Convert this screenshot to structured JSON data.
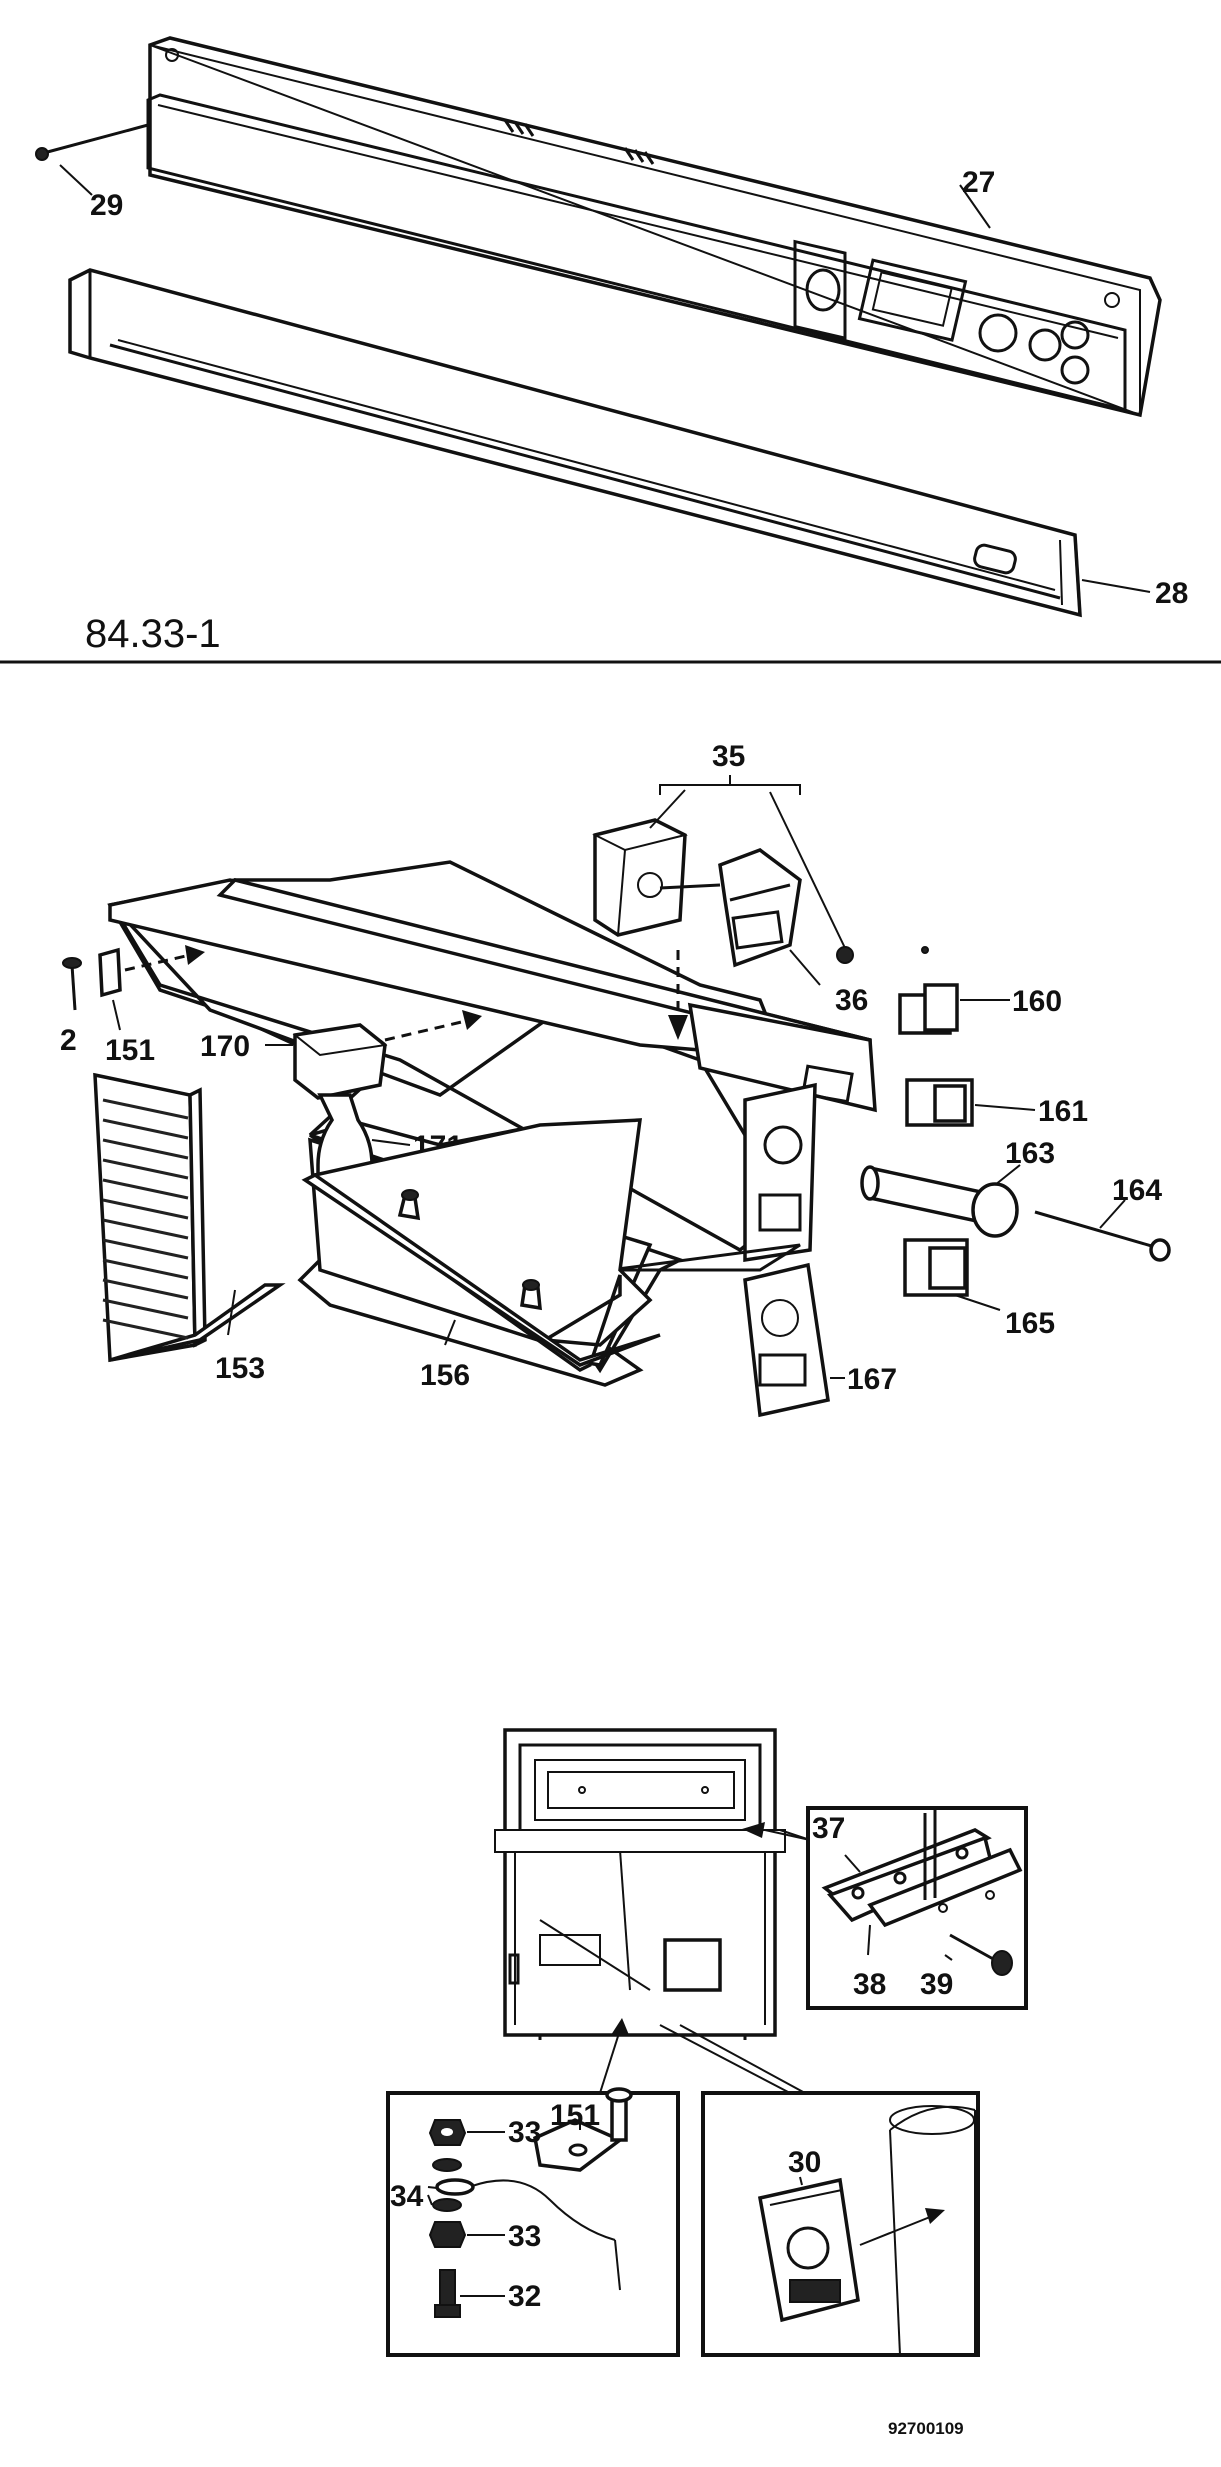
{
  "diagram_code": "84.33-1",
  "drawing_number": "92700109",
  "parts": {
    "p27": "27",
    "p28": "28",
    "p29": "29",
    "p35": "35",
    "p36": "36",
    "p2": "2",
    "p151": "151",
    "p170": "170",
    "p171": "171",
    "p153": "153",
    "p156": "156",
    "p160": "160",
    "p161": "161",
    "p163": "163",
    "p164": "164",
    "p165": "165",
    "p167": "167",
    "p37": "37",
    "p38": "38",
    "p39": "39",
    "p30": "30",
    "p33a": "33",
    "p33b": "33",
    "p34": "34",
    "p32": "32",
    "p151b": "151"
  }
}
